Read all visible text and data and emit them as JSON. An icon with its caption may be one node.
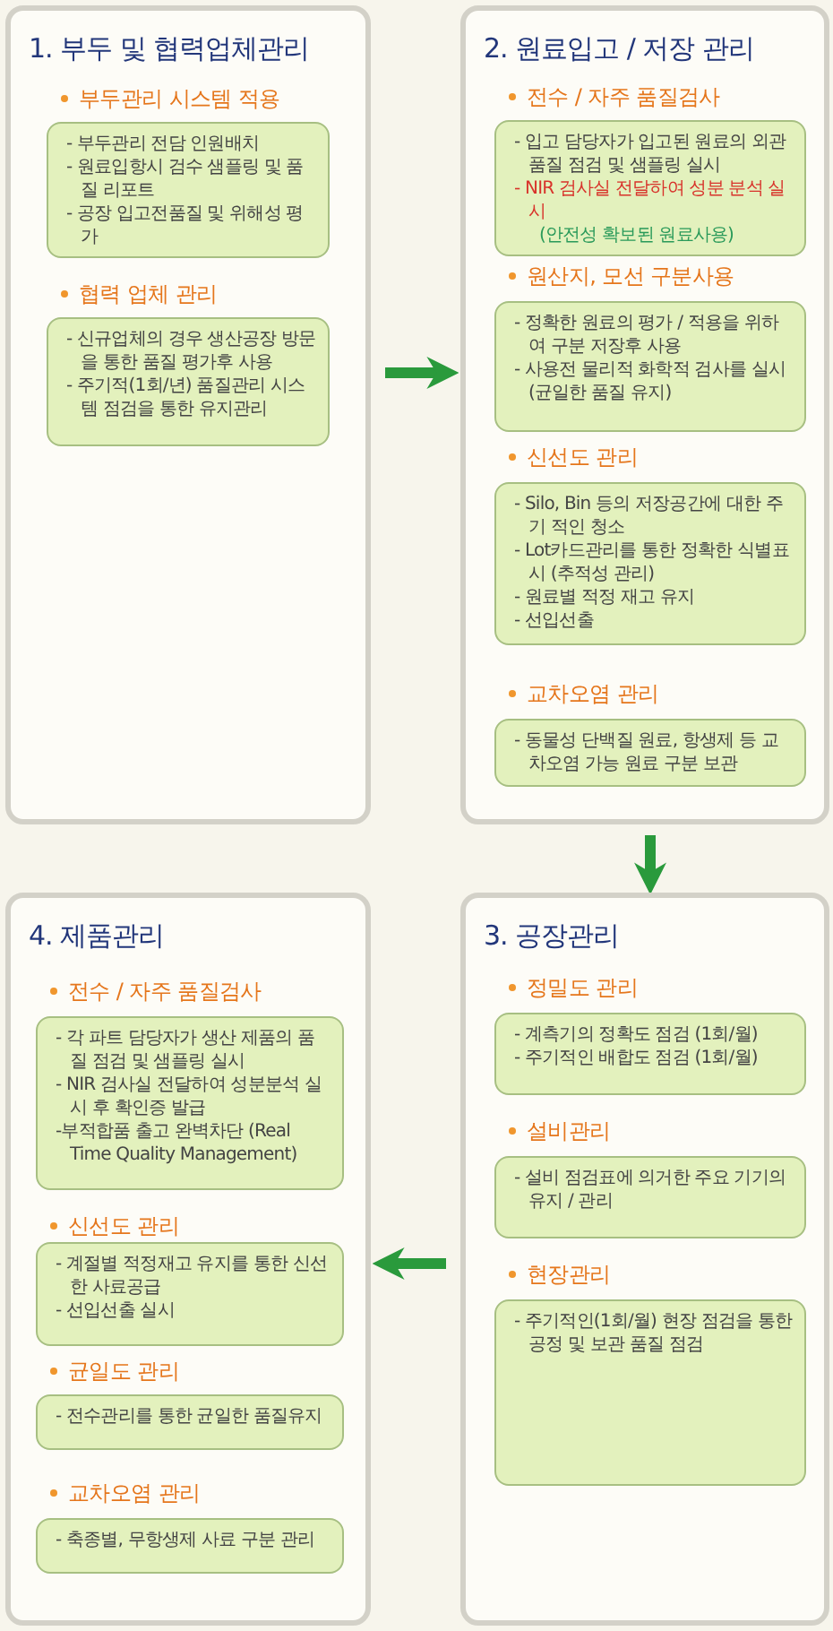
{
  "diagram": {
    "nodes": [
      {
        "text": [
          "1. 부두 및 협력업체관리"
        ]
      },
      {
        "text": [
          "부두관리 시스템 적용",
          "- 부두관리 전담 인원배치",
          "- 원료입항시 검수 샘플링 및 품질 리포트",
          "- 공장 입고전품질 및 위해성 평가"
        ],
        "in": 0
      },
      {
        "text": [
          "협력 업체 관리",
          "- 신규업체의 경우 생산공장 방문을 통한 품질 평가후 사용",
          "- 주기적(1회/년) 품질관리 시스템 점검을 통한 유지관리"
        ],
        "in": 0
      },
      {
        "text": [
          "2. 원료입고 / 저장 관리"
        ]
      },
      {
        "text": [
          "전수 / 자주 품질검사",
          "- 입고 담당자가 입고된 원료의 외관 품질 점검 및 샘플링 실시",
          "- NIR 검사실 전달하여 성분 분석 실시",
          "(안전성 확보된 원료사용)"
        ],
        "in": 3
      },
      {
        "text": [
          "원산지, 모선 구분사용",
          "- 정확한 원료의 평가 / 적용을 위하여 구분 저장후 사용",
          "- 사용전 물리적 화학적 검사를 실시 (균일한 품질 유지)"
        ],
        "in": 3
      },
      {
        "text": [
          "신선도 관리",
          "- Silo, Bin 등의 저장공간에 대한 주기 적인 청소",
          "- Lot카드관리를 통한 정확한 식별표시 (추적성 관리)",
          "- 원료별 적정 재고 유지",
          "- 선입선출"
        ],
        "in": 3
      },
      {
        "text": [
          "교차오염 관리",
          "- 동물성 단백질 원료, 항생제 등 교차오염 가능 원료 구분 보관"
        ],
        "in": 3
      },
      {
        "text": [
          "3. 공장관리"
        ]
      },
      {
        "text": [
          "정밀도 관리",
          "- 계측기의 정확도 점검 (1회/월)",
          "- 주기적인 배합도 점검 (1회/월)"
        ],
        "in": 8
      },
      {
        "text": [
          "설비관리",
          "- 설비 점검표에 의거한 주요 기기의 유지 / 관리"
        ],
        "in": 8
      },
      {
        "text": [
          "현장관리",
          "- 주기적인(1회/월) 현장 점검을 통한 공정 및 보관 품질 점검"
        ],
        "in": 8
      },
      {
        "text": [
          "4. 제품관리"
        ]
      },
      {
        "text": [
          "전수 / 자주 품질검사",
          "- 각 파트 담당자가 생산 제품의 품질 점검 및 샘플링 실시",
          "- NIR 검사실 전달하여 성분분석 실시 후 확인증 발급",
          "-부적합품 출고 완벽차단 (Real Time Quality Management)"
        ],
        "in": 12
      },
      {
        "text": [
          "신선도 관리",
          "- 계절별 적정재고 유지를 통한 신선한 사료공급",
          "- 선입선출 실시"
        ],
        "in": 12
      },
      {
        "text": [
          "균일도 관리",
          "- 전수관리를 통한 균일한 품질유지"
        ],
        "in": 12
      },
      {
        "text": [
          "교차오염 관리",
          "- 축종별, 무항생제 사료 구분 관리"
        ],
        "in": 12
      }
    ],
    "edges": [
      {
        "from": 0,
        "to": 3,
        "arrow": "to"
      },
      {
        "from": 3,
        "to": 8,
        "arrow": "to"
      },
      {
        "from": 8,
        "to": 12,
        "arrow": "to"
      }
    ]
  }
}
